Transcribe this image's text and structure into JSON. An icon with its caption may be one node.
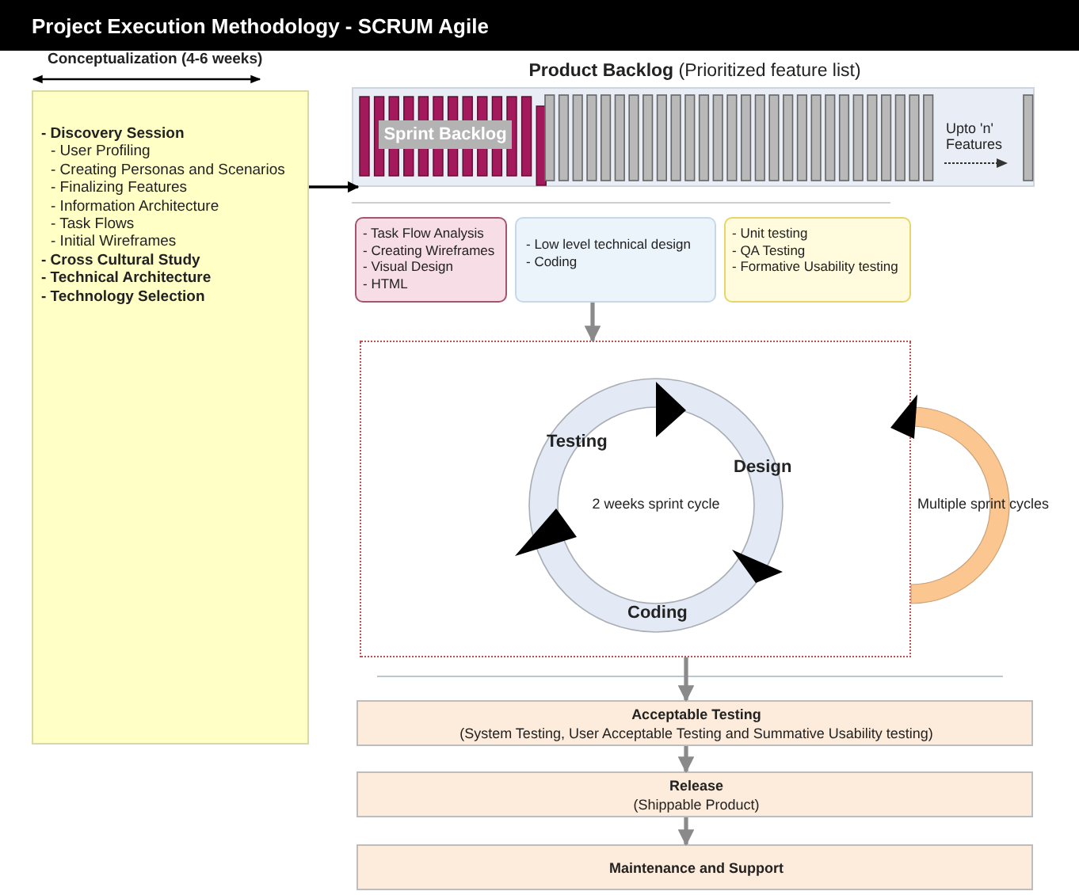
{
  "diagram": {
    "title": "Project Execution Methodology - SCRUM Agile",
    "nodes": [
      {
        "text": [
          "- Discovery Session",
          "- User Profiling",
          "- Creating Personas and Scenarios",
          "- Finalizing Features",
          "- Information Architecture",
          "- Task Flows",
          "- Initial Wireframes",
          "- Cross Cultural Study",
          "- Technical Architecture",
          "- Technology Selection"
        ]
      },
      {
        "text": [
          "**Product Backlog** (Prioritized feature list)",
          "Upto 'n' Features"
        ]
      },
      {
        "text": [
          "Sprint Backlog"
        ],
        "in": 1
      },
      {
        "text": [
          "- Task Flow Analysis",
          "- Creating Wireframes",
          "- Visual Design",
          "- HTML"
        ]
      },
      {
        "text": [
          "- Low level technical design",
          "- Coding"
        ]
      },
      {
        "text": [
          "- Unit testing",
          "- QA Testing",
          "- Formative Usability testing"
        ]
      },
      {
        "text": [],
        "shape": "box"
      },
      {
        "text": [
          "2 weeks sprint cycle"
        ],
        "in": 6
      },
      {
        "text": [
          "Multiple sprint cycles"
        ]
      },
      {
        "text": [
          "Acceptable Testing",
          "(System Testing, User Acceptable Testing and Summative Usability testing)"
        ]
      },
      {
        "text": [
          "Release",
          "(Shippable Product)"
        ]
      },
      {
        "text": [
          "Maintenance and Support"
        ]
      }
    ],
    "edges": [
      {
        "from": 0,
        "to": 2,
        "arrow": "to",
        "color": "#000000"
      },
      {
        "from": 4,
        "to": 6,
        "arrow": "to"
      },
      {
        "from": 6,
        "to": 9,
        "arrow": "to"
      },
      {
        "from": 9,
        "to": 10,
        "arrow": "to"
      },
      {
        "from": 10,
        "to": 11,
        "arrow": "to"
      }
    ],
    "labels": [
      "Conceptualization (4-6 weeks)",
      "Testing",
      "Design",
      "Coding"
    ]
  }
}
